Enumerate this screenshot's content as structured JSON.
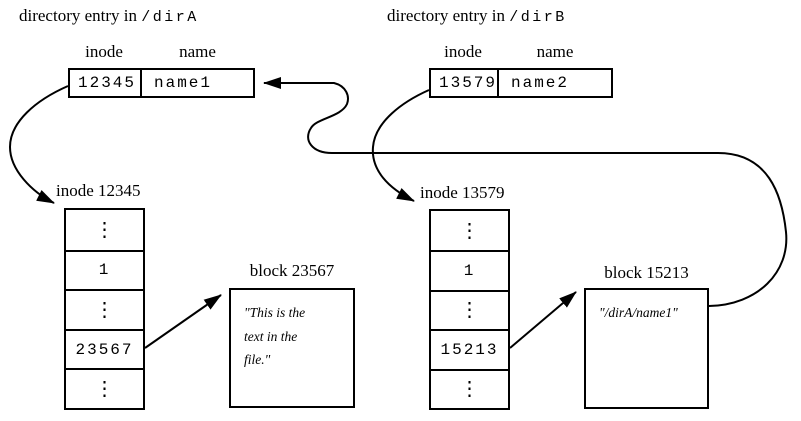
{
  "colors": {
    "line": "#000000",
    "background": "#ffffff"
  },
  "left": {
    "title_text": "directory entry in",
    "title_path": "/dirA",
    "entry_table": {
      "inode_header": "inode",
      "name_header": "name",
      "inode_value": "12345",
      "name_value": "name1"
    },
    "inode_table": {
      "label": "inode 12345",
      "rows": [
        "⋮",
        "1",
        "⋮",
        "23567",
        "⋮"
      ]
    },
    "block": {
      "label": "block 23567",
      "lines": [
        "\"This is the",
        "text in the",
        "file.\""
      ]
    }
  },
  "right": {
    "title_text": "directory entry in",
    "title_path": "/dirB",
    "entry_table": {
      "inode_header": "inode",
      "name_header": "name",
      "inode_value": "13579",
      "name_value": "name2"
    },
    "inode_table": {
      "label": "inode 13579",
      "rows": [
        "⋮",
        "1",
        "⋮",
        "15213",
        "⋮"
      ]
    },
    "block": {
      "label": "block 15213",
      "lines": [
        "\"/dirA/name1\""
      ]
    }
  }
}
